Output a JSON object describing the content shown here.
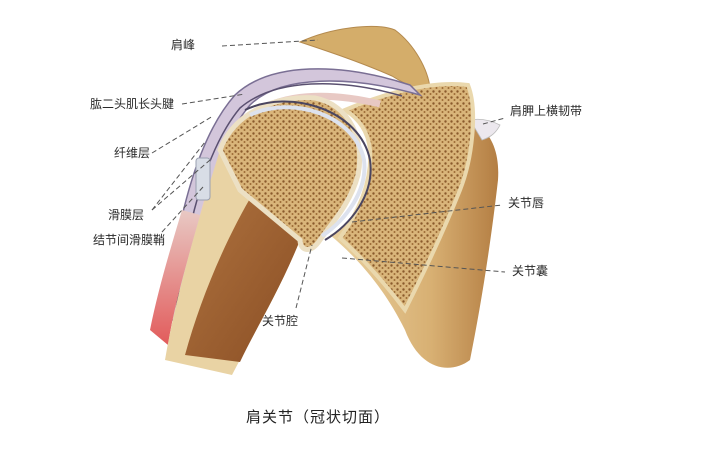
{
  "figure": {
    "title": "肩关节（冠状切面）",
    "colors": {
      "bone_cortex": "#e9d3a4",
      "spongy_bone": "#b48a4e",
      "marrow_cavity": "#a8683a",
      "cartilage": "#d9dce8",
      "capsule_fibrous": "#c7b8d2",
      "tendon": "#e8c9c4",
      "muscle": "#e06a6a",
      "acromion": "#cfa867",
      "leader_line": "#555555"
    }
  },
  "labels": {
    "acromion": "肩峰",
    "biceps_long_head_tendon": "肱二头肌长头腱",
    "fibrous_layer": "纤维层",
    "synovial_layer": "滑膜层",
    "intertubercular_synovial_sheath": "结节间滑膜鞘",
    "superior_transverse_scapular_ligament": "肩胛上横韧带",
    "glenoid_labrum": "关节唇",
    "joint_capsule": "关节囊",
    "joint_cavity": "关节腔"
  }
}
